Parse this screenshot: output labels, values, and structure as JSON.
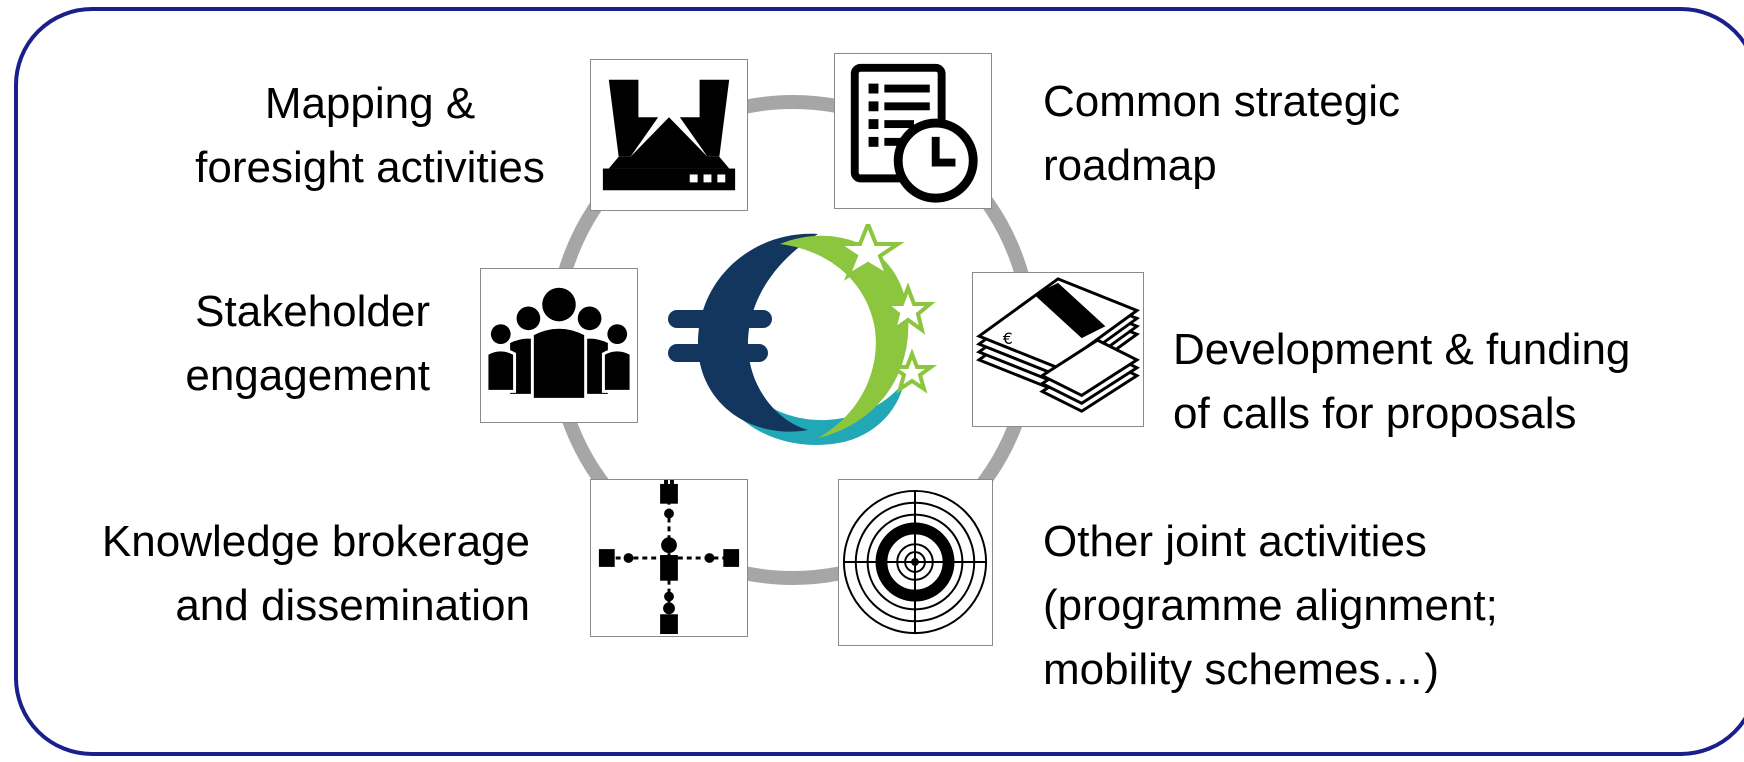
{
  "colors": {
    "frame_border": "#1b1f8c",
    "ring": "#a6a6a6",
    "logo_navy": "#13365f",
    "logo_teal": "#22a7b6",
    "logo_green": "#8cc63f",
    "logo_light_green": "#c9e265"
  },
  "logo": {
    "symbol": "€",
    "icon": "euro-stars-logo"
  },
  "items": [
    {
      "id": "mapping",
      "lines": [
        "Mapping &",
        "foresight activities"
      ],
      "icon": "data-import-icon"
    },
    {
      "id": "roadmap",
      "lines": [
        "Common strategic",
        "roadmap"
      ],
      "icon": "checklist-clock-icon"
    },
    {
      "id": "stakeholder",
      "lines": [
        "Stakeholder",
        "engagement"
      ],
      "icon": "people-group-icon"
    },
    {
      "id": "funding",
      "lines": [
        "Development & funding",
        "of calls for proposals"
      ],
      "icon": "banknote-stack-icon"
    },
    {
      "id": "knowledge",
      "lines": [
        "Knowledge brokerage",
        "and dissemination"
      ],
      "icon": "network-people-icon"
    },
    {
      "id": "other",
      "lines": [
        "Other joint activities",
        "(programme alignment;",
        "mobility schemes…)"
      ],
      "icon": "target-icon"
    }
  ]
}
